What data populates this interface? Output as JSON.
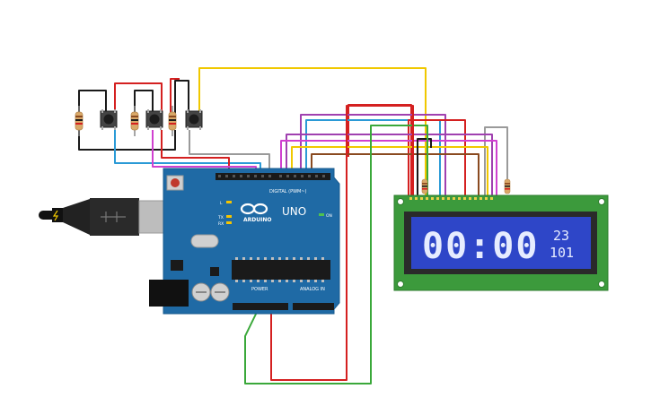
{
  "board": {
    "brand": "ARDUINO",
    "model": "UNO",
    "digital_header": "DIGITAL (PWM~)",
    "power_header": "POWER",
    "analog_header": "ANALOG IN",
    "led_l": "L",
    "led_tx": "TX",
    "led_rx": "RX",
    "led_on": "ON",
    "colors": {
      "pcb": "#1f6aa5",
      "pcb_edge": "#175a8e"
    }
  },
  "lcd": {
    "big_digits": "00:00",
    "small_top": "23",
    "small_bottom": "101",
    "colors": {
      "pcb": "#3c9a3c",
      "screen": "#2e46c8",
      "text": "#dfe6ff"
    }
  },
  "wire_colors": {
    "red": "#d42020",
    "black": "#1a1a1a",
    "blue": "#2b9ad6",
    "yellow": "#f0c800",
    "purple": "#a040b0",
    "green": "#3aa83a",
    "gray": "#9a9a9a",
    "brown": "#8a4a20",
    "magenta": "#d040d0"
  }
}
